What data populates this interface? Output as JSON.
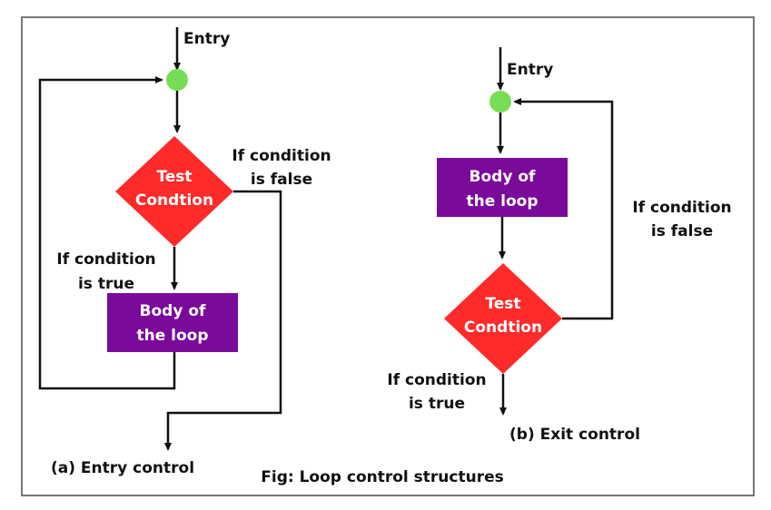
{
  "colors": {
    "node": "#77dd55",
    "decision": "#ff2a2a",
    "process": "#7a0a99",
    "frame": "#777777",
    "line": "#111111"
  },
  "entry_control": {
    "entry_label": "Entry",
    "decision_line1": "Test",
    "decision_line2": "Condtion",
    "false_line1": "If condition",
    "false_line2": "is false",
    "true_line1": "If condition",
    "true_line2": "is true",
    "body_line1": "Body of",
    "body_line2": "the loop",
    "caption": "(a) Entry control"
  },
  "exit_control": {
    "entry_label": "Entry",
    "body_line1": "Body of",
    "body_line2": "the loop",
    "decision_line1": "Test",
    "decision_line2": "Condtion",
    "false_line1": "If condition",
    "false_line2": "is false",
    "true_line1": "If condition",
    "true_line2": "is true",
    "caption": "(b) Exit control"
  },
  "figure_caption": "Fig: Loop control structures"
}
